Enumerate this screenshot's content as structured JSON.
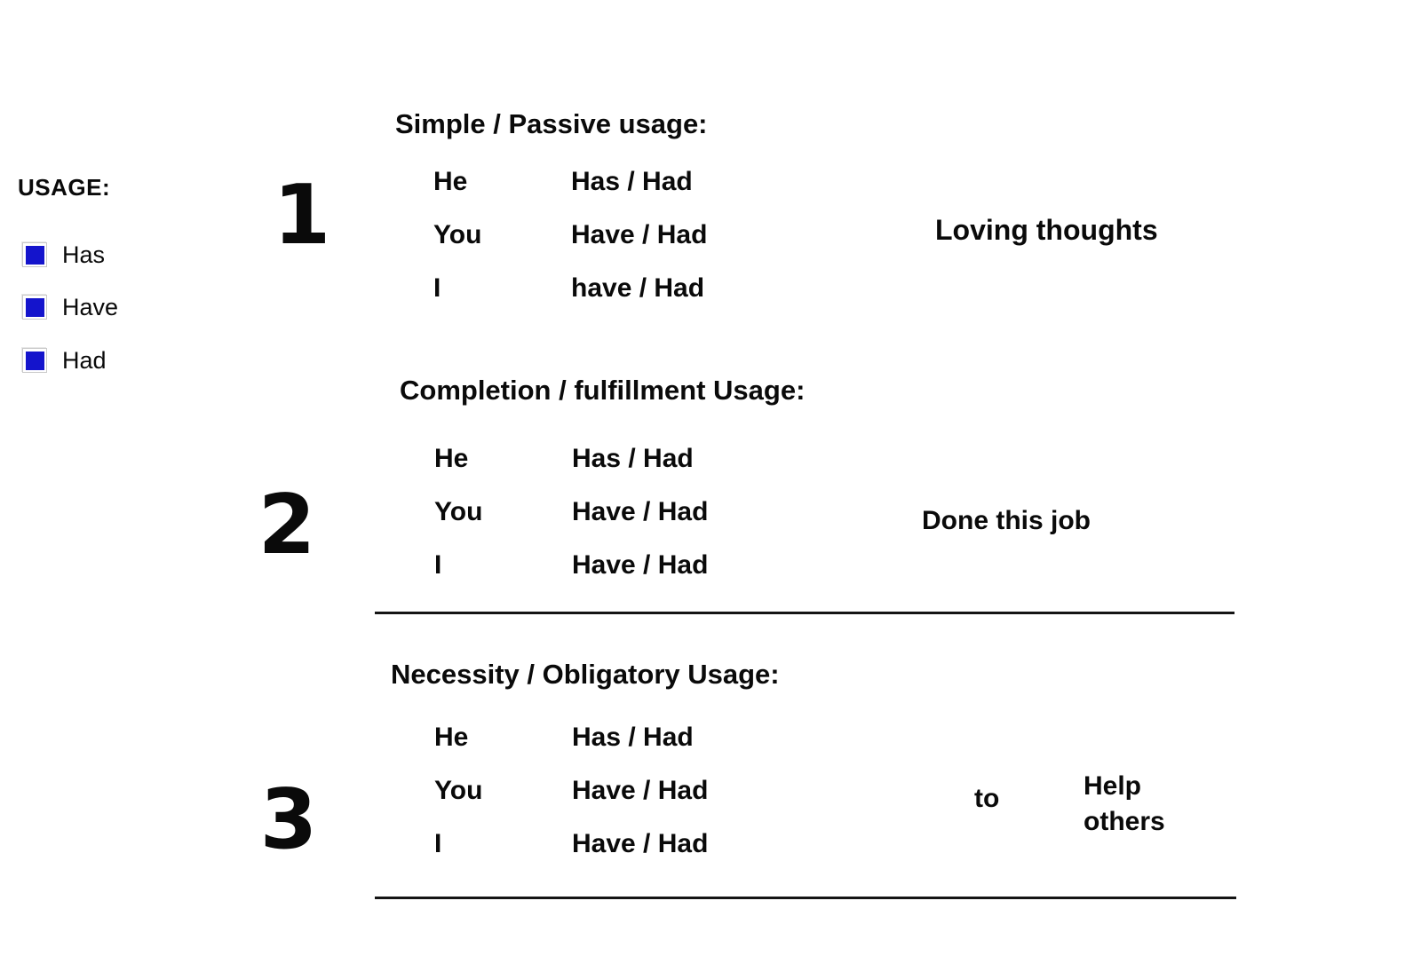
{
  "page": {
    "background_color": "#ffffff",
    "text_color": "#0a0a0a"
  },
  "legend": {
    "title": "USAGE:",
    "marker_color": "#1414cc",
    "items": [
      {
        "label": "Has"
      },
      {
        "label": "Have"
      },
      {
        "label": "Had"
      }
    ]
  },
  "sections": [
    {
      "number": "1",
      "heading": "Simple / Passive usage:",
      "rows": [
        {
          "subject": "He",
          "forms": "Has / Had"
        },
        {
          "subject": "You",
          "forms": "Have / Had"
        },
        {
          "subject": "I",
          "forms": "have / Had"
        }
      ],
      "complement": "Loving thoughts"
    },
    {
      "number": "2",
      "heading": "Completion / fulfillment Usage:",
      "rows": [
        {
          "subject": "He",
          "forms": "Has / Had"
        },
        {
          "subject": "You",
          "forms": "Have / Had"
        },
        {
          "subject": "I",
          "forms": "Have / Had"
        }
      ],
      "complement": "Done this job"
    },
    {
      "number": "3",
      "heading": "Necessity / Obligatory Usage:",
      "rows": [
        {
          "subject": "He",
          "forms": "Has / Had"
        },
        {
          "subject": "You",
          "forms": "Have / Had"
        },
        {
          "subject": "I",
          "forms": "Have / Had"
        }
      ],
      "connector": "to",
      "complement": "Help others"
    }
  ]
}
